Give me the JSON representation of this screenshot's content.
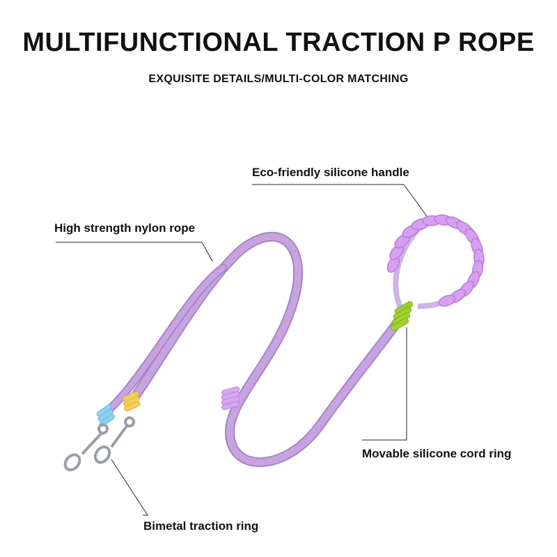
{
  "header": {
    "title": "MULTIFUNCTIONAL TRACTION P ROPE",
    "subtitle": "EXQUISITE DETAILS/MULTI-COLOR MATCHING"
  },
  "callouts": {
    "handle": "Eco-friendly silicone handle",
    "nylon_rope": "High strength nylon rope",
    "cord_ring": "Movable silicone cord ring",
    "traction_ring": "Bimetal traction ring"
  },
  "colors": {
    "rope": "#c7a3e0",
    "rope_edge": "#a784c6",
    "handle": "#d79ff0",
    "cord_ring_green": "#9fd12e",
    "bead_blue": "#8fd0f3",
    "bead_yellow": "#f4cf5a",
    "metal": "#b9bcc2"
  }
}
